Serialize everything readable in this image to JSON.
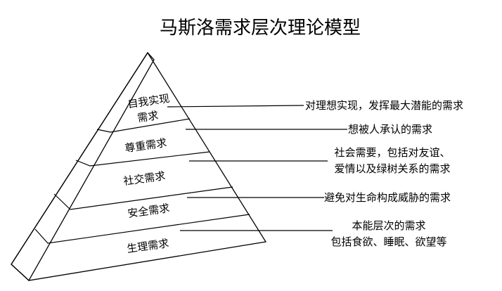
{
  "title": "马斯洛需求层次理论模型",
  "levels": [
    {
      "label_lines": [
        "自我实现",
        "需求"
      ],
      "description_lines": [
        "对理想实现，发挥最大潜能的需求"
      ]
    },
    {
      "label_lines": [
        "尊重需求"
      ],
      "description_lines": [
        "想被人承认的需求"
      ]
    },
    {
      "label_lines": [
        "社交需求"
      ],
      "description_lines": [
        "社会需要，包括对友谊、",
        "爱情以及绿树关系的需求"
      ]
    },
    {
      "label_lines": [
        "安全需求"
      ],
      "description_lines": [
        "避免对生命构成威胁的需求"
      ]
    },
    {
      "label_lines": [
        "生理需求"
      ],
      "description_lines": [
        "本能层次的需求",
        "包括食欲、睡眠、欲望等"
      ]
    }
  ],
  "colors": {
    "line": "#000000",
    "background": "#ffffff",
    "text": "#000000"
  }
}
